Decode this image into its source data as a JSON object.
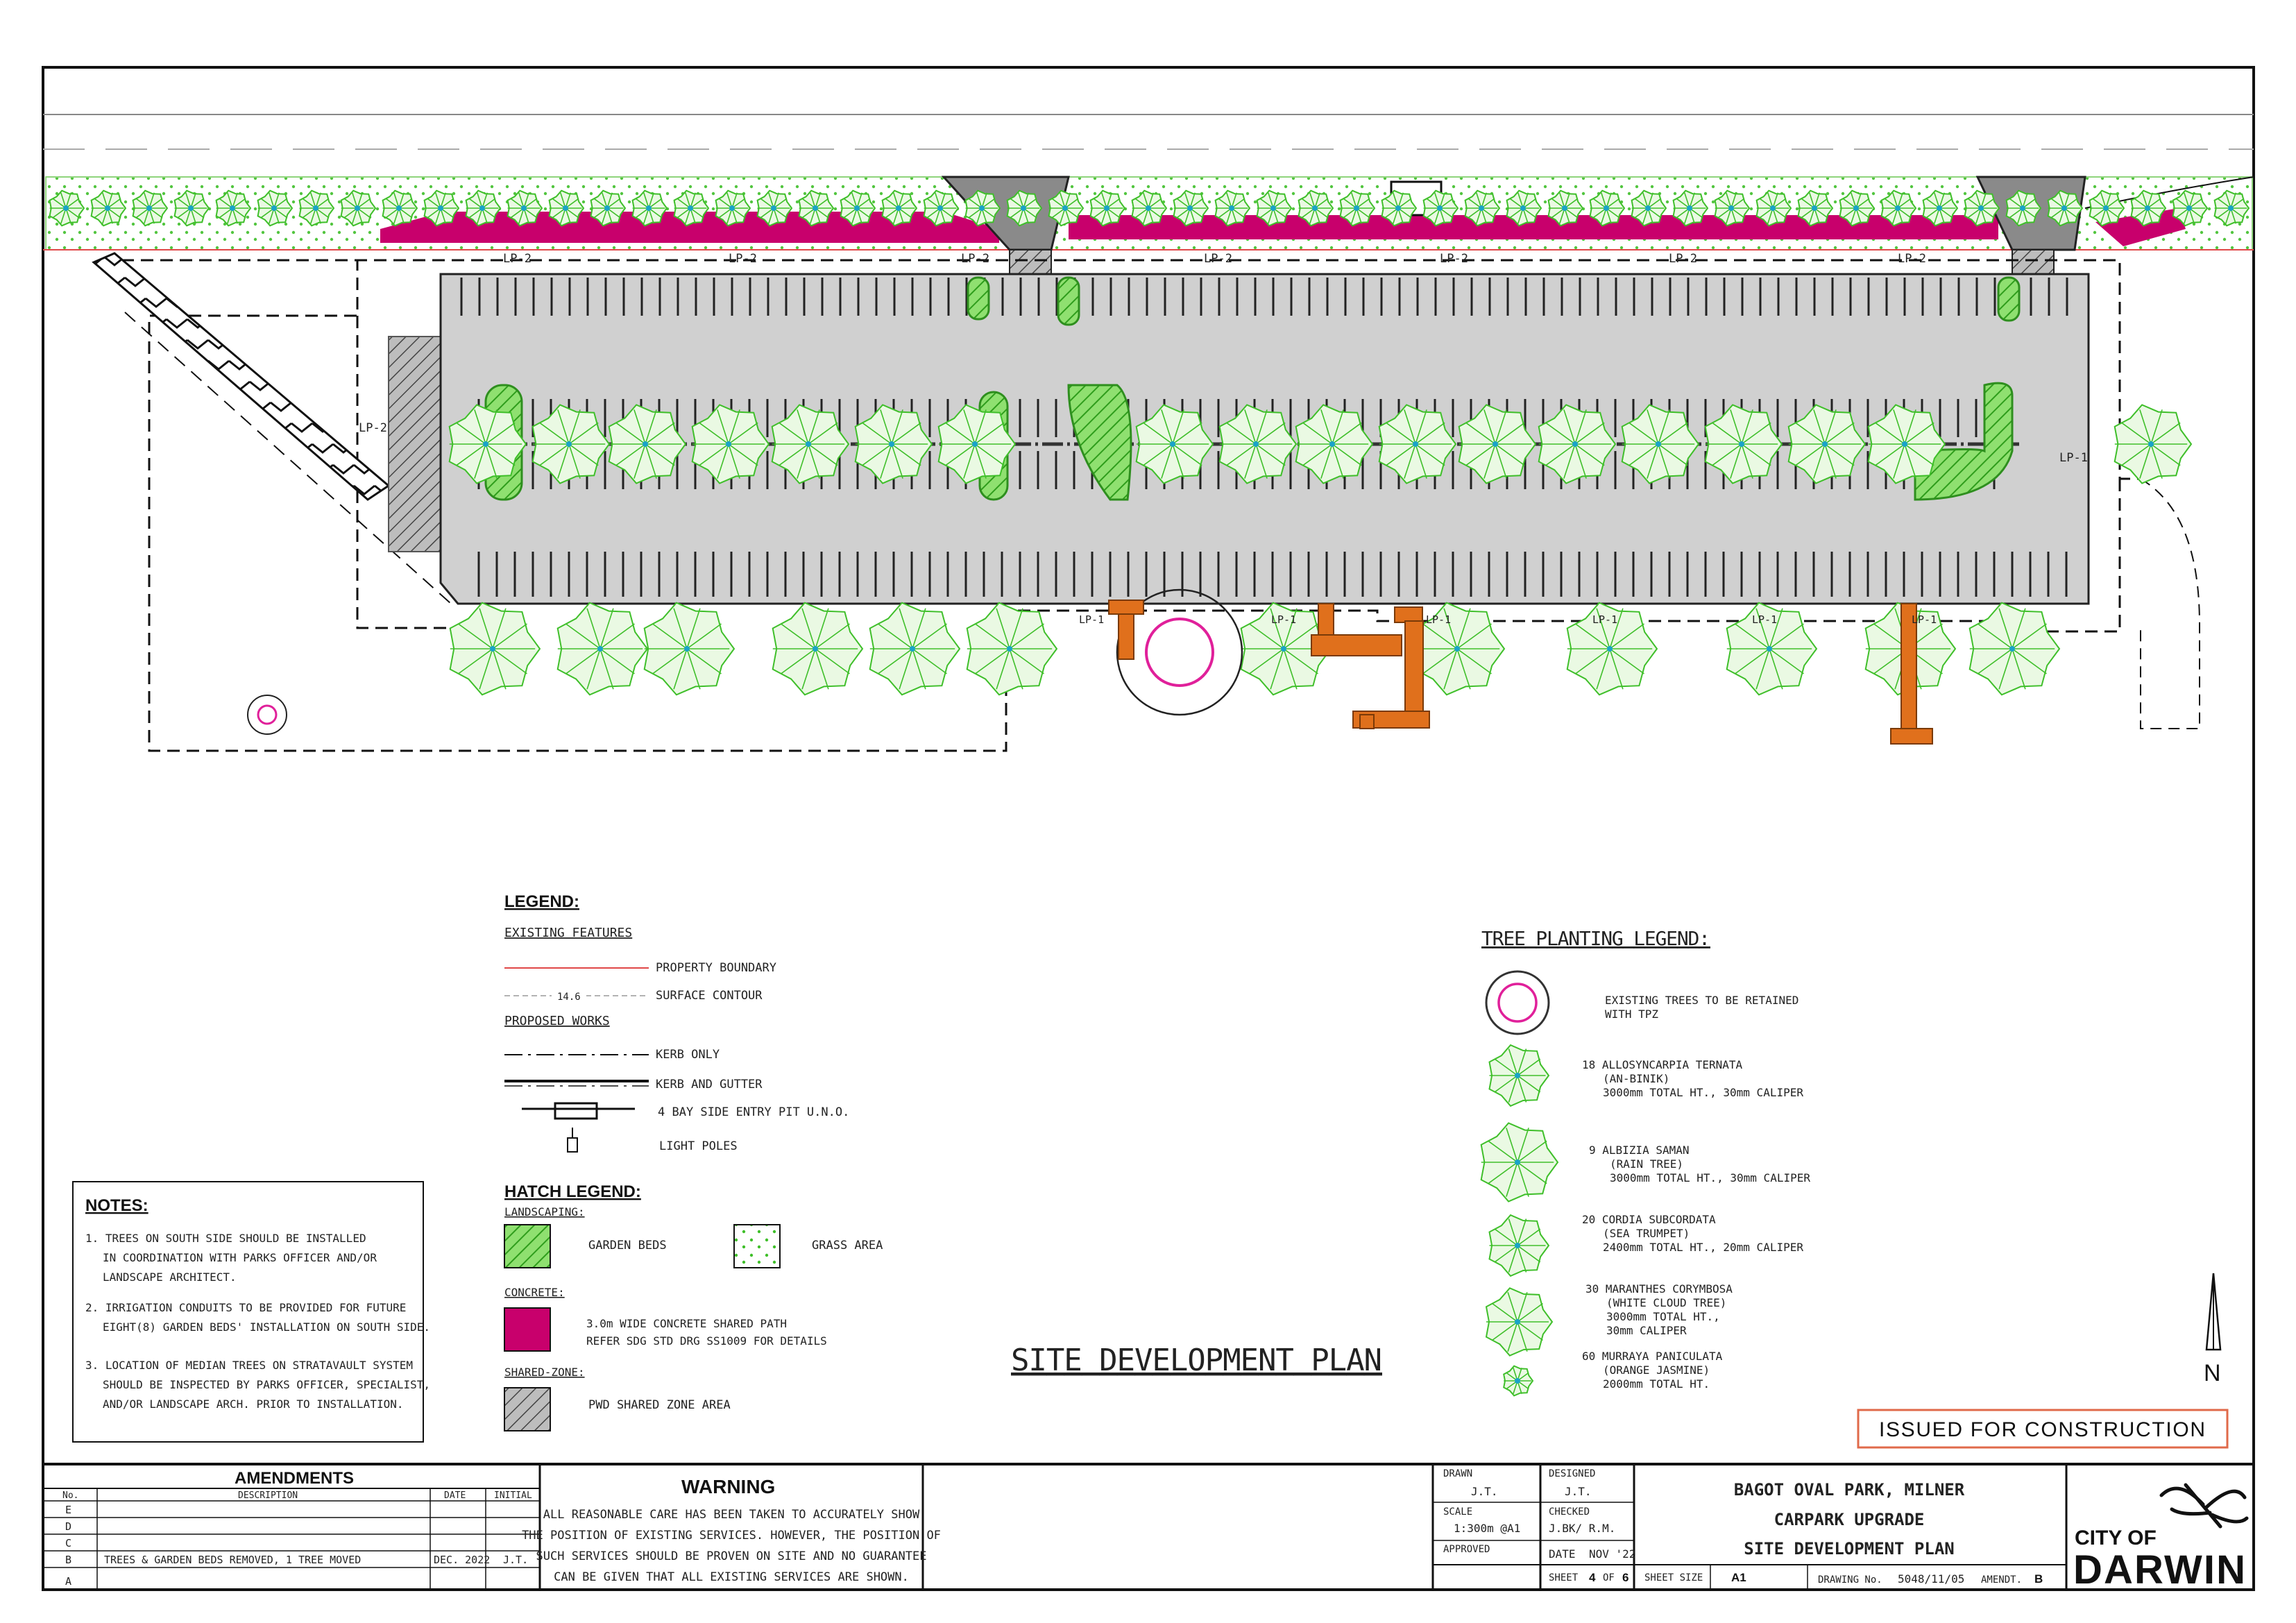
{
  "legend": {
    "title": "LEGEND:",
    "existing_features": "EXISTING FEATURES",
    "property_boundary": "PROPERTY BOUNDARY",
    "contour_value": "14.6",
    "surface_contour": "SURFACE CONTOUR",
    "proposed_works": "PROPOSED WORKS",
    "kerb_only": "KERB ONLY",
    "kerb_and_gutter": "KERB AND GUTTER",
    "side_entry_pit": "4 BAY SIDE ENTRY PIT U.N.O.",
    "light_poles": "LIGHT POLES"
  },
  "hatch_legend": {
    "title": "HATCH LEGEND:",
    "landscaping": "LANDSCAPING:",
    "garden_beds": "GARDEN BEDS",
    "grass_area": "GRASS AREA",
    "concrete": "CONCRETE:",
    "concrete_desc_1": "3.0m WIDE CONCRETE SHARED PATH",
    "concrete_desc_2": "REFER SDG STD DRG SS1009 FOR DETAILS",
    "shared_zone": "SHARED-ZONE:",
    "shared_zone_desc": "PWD SHARED ZONE AREA"
  },
  "tree_legend": {
    "title": "TREE PLANTING LEGEND:",
    "items": [
      {
        "lines": [
          "EXISTING TREES TO BE RETAINED",
          "WITH TPZ"
        ]
      },
      {
        "lines": [
          "18 ALLOSYNCARPIA TERNATA",
          "(AN-BINIK)",
          "3000mm TOTAL HT., 30mm CALIPER"
        ]
      },
      {
        "lines": [
          "9 ALBIZIA SAMAN",
          "(RAIN TREE)",
          "3000mm TOTAL HT., 30mm CALIPER"
        ]
      },
      {
        "lines": [
          "20 CORDIA SUBCORDATA",
          "(SEA TRUMPET)",
          "2400mm TOTAL HT., 20mm CALIPER"
        ]
      },
      {
        "lines": [
          "30 MARANTHES CORYMBOSA",
          "(WHITE CLOUD TREE)",
          "3000mm TOTAL HT.,",
          "30mm CALIPER"
        ]
      },
      {
        "lines": [
          "60 MURRAYA PANICULATA",
          "(ORANGE JASMINE)",
          "2000mm TOTAL HT."
        ]
      }
    ]
  },
  "notes": {
    "title": "NOTES:",
    "items": [
      {
        "lines": [
          "1.  TREES ON SOUTH SIDE SHOULD BE INSTALLED",
          "IN COORDINATION WITH PARKS OFFICER AND/OR",
          "LANDSCAPE ARCHITECT."
        ]
      },
      {
        "lines": [
          "2.  IRRIGATION CONDUITS TO BE PROVIDED FOR FUTURE",
          "EIGHT(8) GARDEN BEDS' INSTALLATION ON SOUTH SIDE."
        ]
      },
      {
        "lines": [
          "3.  LOCATION OF MEDIAN TREES ON STRATAVAULT SYSTEM",
          "SHOULD BE INSPECTED BY PARKS OFFICER, SPECIALIST,",
          "AND/OR LANDSCAPE ARCH. PRIOR TO INSTALLATION."
        ]
      }
    ]
  },
  "plan": {
    "title": "SITE DEVELOPMENT PLAN",
    "north": "N",
    "issued": "ISSUED FOR CONSTRUCTION",
    "labels": {
      "lp2": "LP-2",
      "lp1": "LP-1",
      "lp2_west": "LP-2"
    }
  },
  "amendments": {
    "title": "AMENDMENTS",
    "col_no": "No.",
    "col_desc": "DESCRIPTION",
    "col_date": "DATE",
    "col_initial": "INITIAL",
    "rows": [
      {
        "no": "E",
        "desc": "",
        "date": "",
        "initial": ""
      },
      {
        "no": "D",
        "desc": "",
        "date": "",
        "initial": ""
      },
      {
        "no": "C",
        "desc": "",
        "date": "",
        "initial": ""
      },
      {
        "no": "B",
        "desc": "TREES & GARDEN BEDS REMOVED, 1 TREE MOVED",
        "date": "DEC. 2022",
        "initial": "J.T."
      },
      {
        "no": "A",
        "desc": "",
        "date": "",
        "initial": ""
      }
    ]
  },
  "warning": {
    "title": "WARNING",
    "lines": [
      "ALL REASONABLE CARE HAS BEEN TAKEN TO ACCURATELY SHOW",
      "THE POSITION OF EXISTING SERVICES. HOWEVER, THE POSITION OF",
      "SUCH SERVICES SHOULD BE PROVEN ON SITE AND NO GUARANTEE",
      "CAN BE GIVEN THAT ALL EXISTING SERVICES ARE SHOWN."
    ]
  },
  "title_block": {
    "drawn_label": "DRAWN",
    "drawn": "J.T.",
    "designed_label": "DESIGNED",
    "designed": "J.T.",
    "scale_label": "SCALE",
    "scale": "1:300m @A1",
    "checked_label": "CHECKED",
    "checked": "J.BK/ R.M.",
    "approved_label": "APPROVED",
    "date_label": "DATE",
    "date": "NOV '22",
    "sheet_label": "SHEET",
    "sheet": "4",
    "of_label": "OF",
    "sheet_total": "6",
    "sheet_size_label": "SHEET SIZE",
    "sheet_size": "A1",
    "drawing_no_label": "DRAWING No.",
    "drawing_no": "5048/11/05",
    "amendt_label": "AMENDT.",
    "amendt": "B",
    "project_1": "BAGOT OVAL PARK, MILNER",
    "project_2": "CARPARK UPGRADE",
    "project_3": "SITE DEVELOPMENT PLAN",
    "logo_top": "CITY OF",
    "logo_bottom": "DARWIN"
  },
  "colors": {
    "path_magenta": "#c8006c",
    "grass_green": "#55c43c",
    "tree_green": "#3fbf2a",
    "carpark_grey": "#d0d0d0",
    "pit_orange": "#e0701c",
    "issued_border": "#e06a4a"
  }
}
